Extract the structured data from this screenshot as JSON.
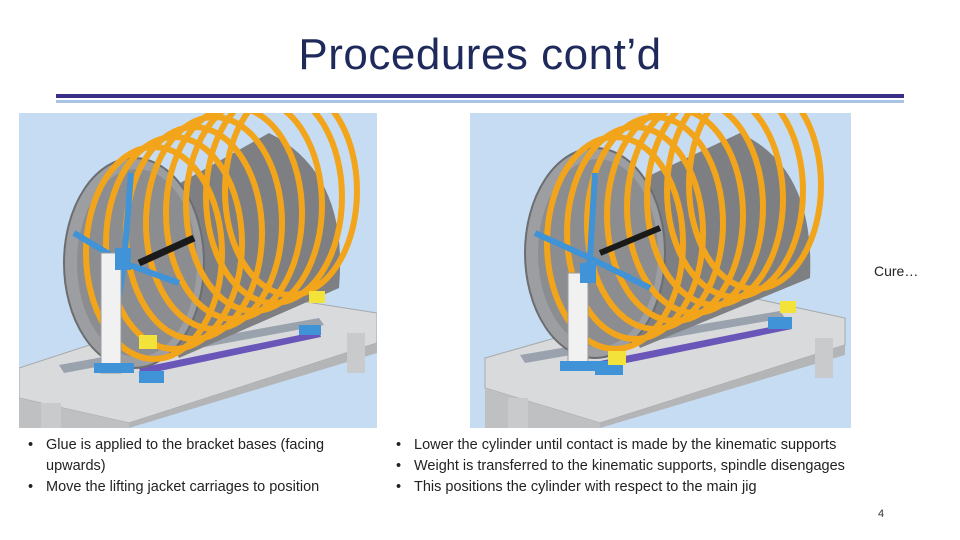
{
  "slide": {
    "title": "Procedures cont’d",
    "note": "Cure…",
    "page_number": "4",
    "colors": {
      "title": "#1f2a5c",
      "rule_dark": "#3a2f86",
      "rule_light": "#a9c4e6",
      "render_background": "#c6dcf2",
      "coil_orange": "#f2a51a",
      "support_blue": "#3f93d6",
      "rail_purple": "#6a55b8"
    }
  },
  "left": {
    "bullets": [
      "Glue is applied to the bracket bases (facing upwards)",
      "Move the lifting jacket carriages to position"
    ]
  },
  "right": {
    "bullets": [
      "Lower the cylinder until contact is made by the kinematic supports",
      "Weight is transferred to the kinematic supports, spindle disengages",
      "This positions the cylinder with respect to the main jig"
    ]
  }
}
